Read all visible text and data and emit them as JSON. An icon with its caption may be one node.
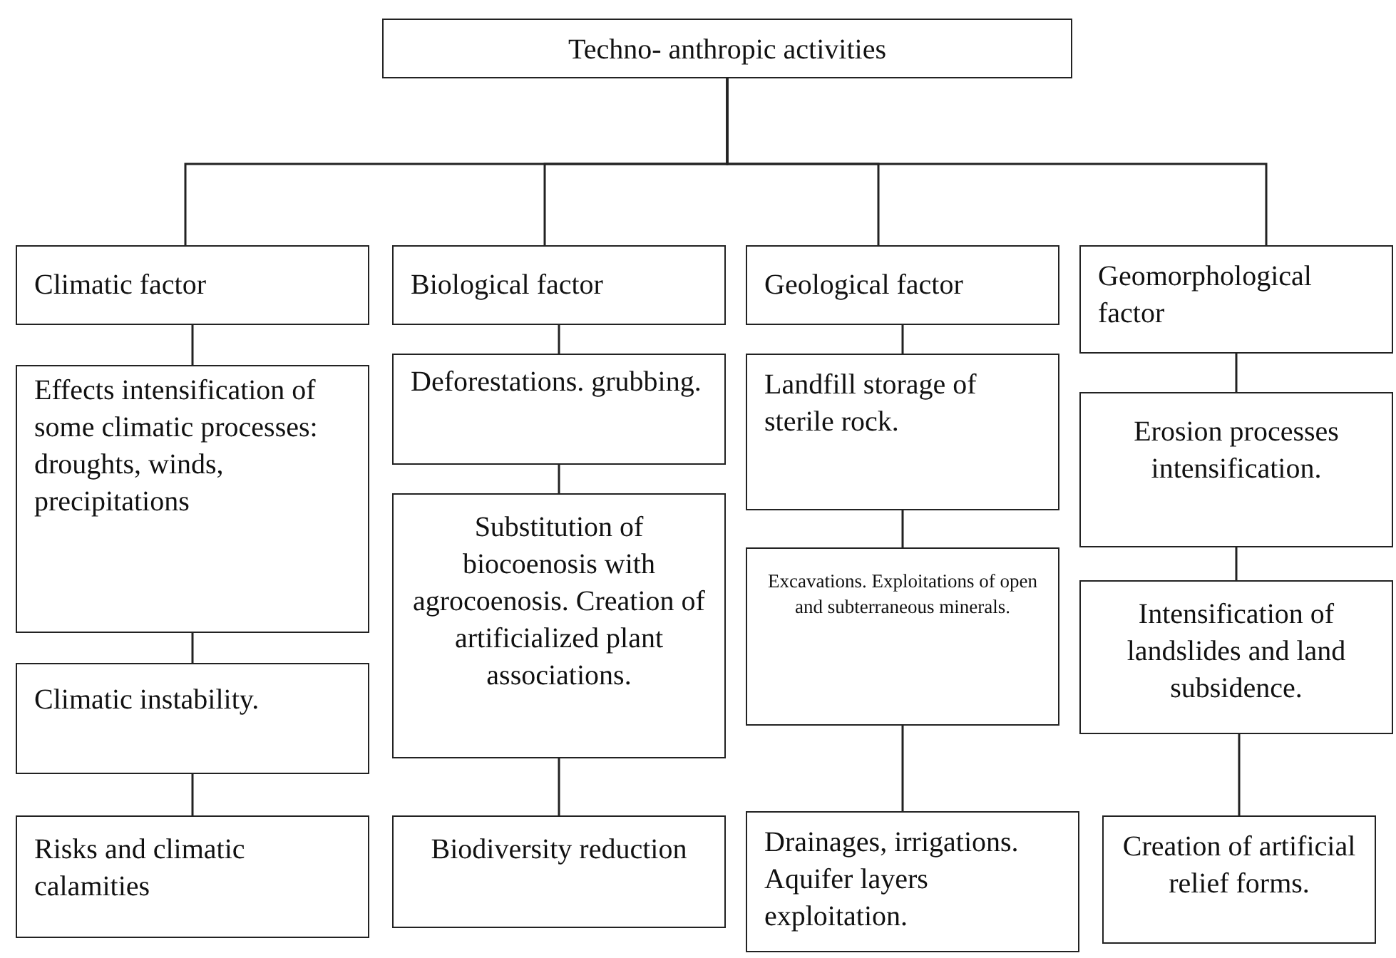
{
  "diagram": {
    "nodes": [
      {
        "text": [
          "Techno- anthropic activities"
        ]
      },
      {
        "text": [
          "Climatic factor"
        ]
      },
      {
        "text": [
          "Biological factor"
        ]
      },
      {
        "text": [
          "Geological factor"
        ]
      },
      {
        "text": [
          "Geomorphological factor"
        ]
      },
      {
        "text": [
          "Effects intensification of some climatic processes: droughts, winds, precipitations"
        ]
      },
      {
        "text": [
          "Climatic instability."
        ]
      },
      {
        "text": [
          "Risks and climatic calamities"
        ]
      },
      {
        "text": [
          "Deforestations. grubbing."
        ]
      },
      {
        "text": [
          "Substitution of biocoenosis with agrocoenosis. Creation of artificialized plant associations."
        ]
      },
      {
        "text": [
          "Biodiversity reduction"
        ]
      },
      {
        "text": [
          "Landfill storage of sterile rock."
        ]
      },
      {
        "text": [
          "Excavations. Exploitations of open and subterraneous minerals."
        ]
      },
      {
        "text": [
          "Drainages, irrigations. Aquifer layers exploitation."
        ]
      },
      {
        "text": [
          "Erosion processes intensification."
        ]
      },
      {
        "text": [
          "Intensification of landslides and land subsidence."
        ]
      },
      {
        "text": [
          "Creation of artificial relief forms."
        ]
      }
    ],
    "edges": [
      {
        "from": 0,
        "to": 1,
        "arrow": "none"
      },
      {
        "from": 0,
        "to": 2,
        "arrow": "none"
      },
      {
        "from": 0,
        "to": 3,
        "arrow": "none"
      },
      {
        "from": 0,
        "to": 4,
        "arrow": "none"
      },
      {
        "from": 1,
        "to": 5,
        "arrow": "none"
      },
      {
        "from": 5,
        "to": 6,
        "arrow": "none"
      },
      {
        "from": 6,
        "to": 7,
        "arrow": "none"
      },
      {
        "from": 2,
        "to": 8,
        "arrow": "none"
      },
      {
        "from": 8,
        "to": 9,
        "arrow": "none"
      },
      {
        "from": 9,
        "to": 10,
        "arrow": "none"
      },
      {
        "from": 3,
        "to": 11,
        "arrow": "none"
      },
      {
        "from": 11,
        "to": 12,
        "arrow": "none"
      },
      {
        "from": 12,
        "to": 13,
        "arrow": "none"
      },
      {
        "from": 4,
        "to": 14,
        "arrow": "none"
      },
      {
        "from": 14,
        "to": 15,
        "arrow": "none"
      },
      {
        "from": 15,
        "to": 16,
        "arrow": "none"
      }
    ]
  }
}
